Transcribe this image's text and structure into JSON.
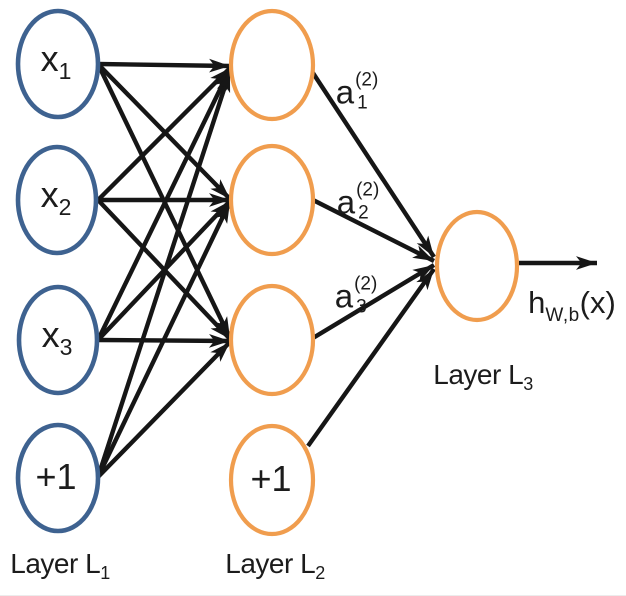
{
  "colors": {
    "input_node_stroke": "#3e6290",
    "hidden_node_stroke": "#f09d4e",
    "edge_color": "#161616",
    "text_color": "#1c1c1c",
    "background": "#ffffff"
  },
  "layer1": {
    "label": {
      "base": "Layer L",
      "sub": "1"
    },
    "nodes": {
      "x1": {
        "base": "x",
        "sub": "1"
      },
      "x2": {
        "base": "x",
        "sub": "2"
      },
      "x3": {
        "base": "x",
        "sub": "3"
      },
      "bias": {
        "text": "+1"
      }
    }
  },
  "layer2": {
    "label": {
      "base": "Layer L",
      "sub": "2"
    },
    "activations": {
      "a1": {
        "base": "a",
        "sup": "(2)",
        "sub": "1"
      },
      "a2": {
        "base": "a",
        "sup": "(2)",
        "sub": "2"
      },
      "a3": {
        "base": "a",
        "sup": "(2)",
        "sub": "3"
      }
    },
    "bias": {
      "text": "+1"
    }
  },
  "layer3": {
    "label": {
      "base": "Layer L",
      "sub": "3"
    },
    "output": {
      "base": "h",
      "sub": "W,b",
      "suffix": "(x)"
    }
  }
}
